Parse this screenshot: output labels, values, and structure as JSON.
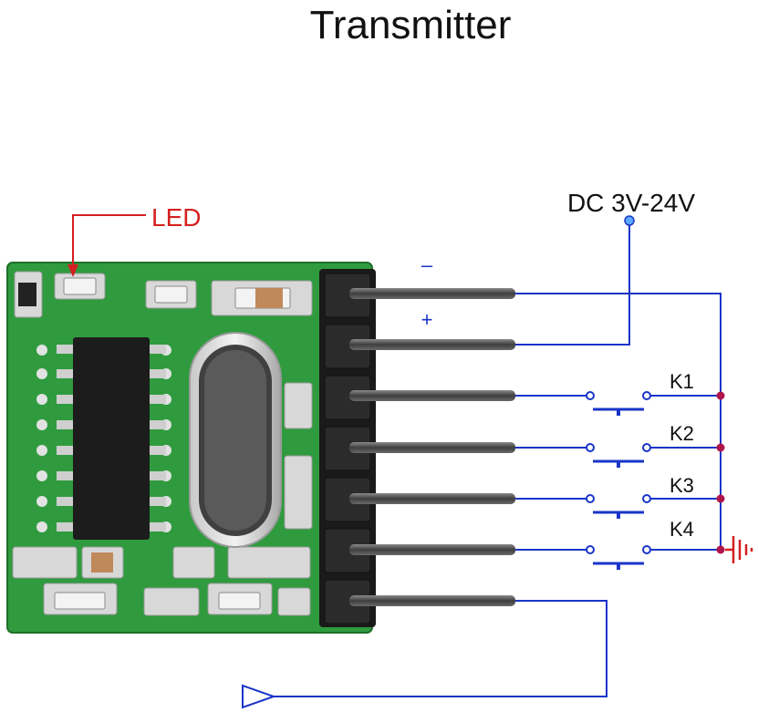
{
  "title": "Transmitter",
  "led_label": "LED",
  "power_label": "DC 3V-24V",
  "pin_minus": "–",
  "pin_plus": "+",
  "keys": [
    "K1",
    "K2",
    "K3",
    "K4"
  ],
  "colors": {
    "wire": "#1a35c8",
    "led_callout": "#d42020",
    "junction": "#b0154a",
    "ground": "#d42020",
    "pcb": "#2f9b3e",
    "pin": "#4a4a4a"
  }
}
